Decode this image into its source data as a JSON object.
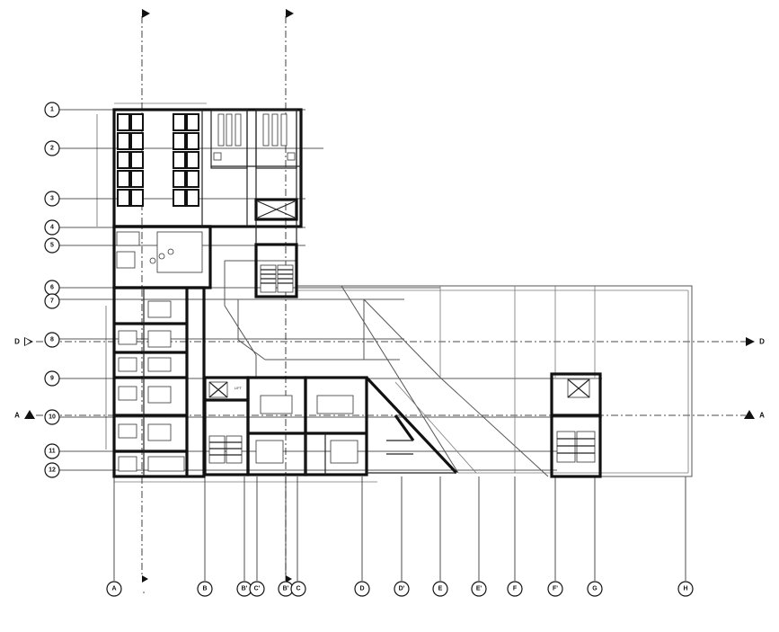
{
  "grid": {
    "columns": [
      "A",
      "B",
      "B'",
      "C'",
      "B'",
      "C",
      "D",
      "D'",
      "E",
      "E'",
      "F",
      "F'",
      "G",
      "H"
    ],
    "rows": [
      "1",
      "2",
      "3",
      "4",
      "5",
      "6",
      "7",
      "8",
      "9",
      "10",
      "11",
      "12"
    ]
  },
  "sections": {
    "left": [
      "D",
      "A"
    ],
    "right": [
      "D",
      "A"
    ]
  },
  "labels": {
    "lift": "LIFT",
    "top_marker": "o"
  },
  "colors": {
    "line": "#111111",
    "background": "#ffffff"
  }
}
